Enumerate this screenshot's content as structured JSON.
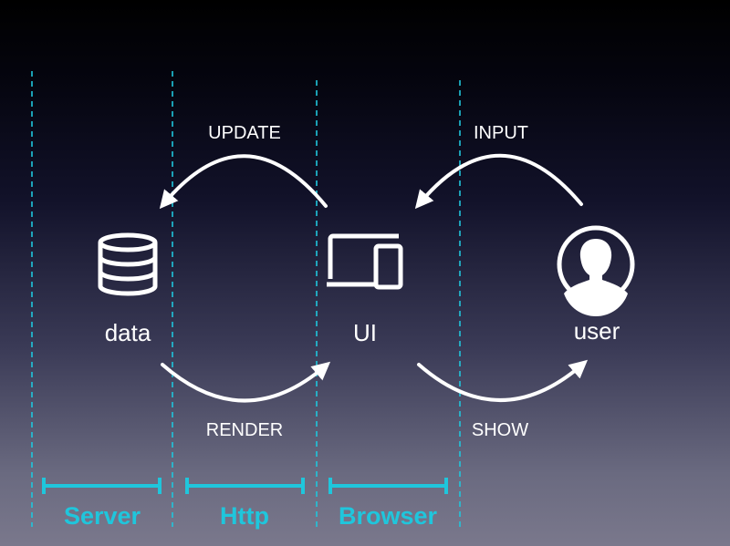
{
  "nodes": {
    "data": {
      "label": "data",
      "icon": "database-icon"
    },
    "ui": {
      "label": "UI",
      "icon": "devices-icon"
    },
    "user": {
      "label": "user",
      "icon": "user-avatar-icon"
    }
  },
  "arrows": {
    "update": "UPDATE",
    "input": "INPUT",
    "render": "RENDER",
    "show": "SHOW"
  },
  "zones": {
    "server": "Server",
    "http": "Http",
    "browser": "Browser"
  },
  "colors": {
    "accent": "#1fc6dc",
    "foreground": "#ffffff",
    "background_top": "#000000",
    "background_bottom": "#7a788c"
  }
}
